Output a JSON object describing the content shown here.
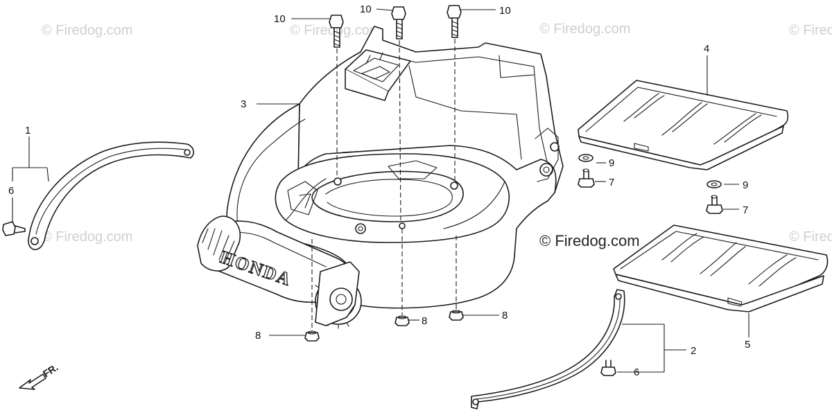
{
  "watermarks": {
    "faint": "© Firedog.com",
    "main": "© Firedog.com"
  },
  "brand_text": "HONDA",
  "direction_label": "FR.",
  "callouts": {
    "c1": "1",
    "c2": "2",
    "c3": "3",
    "c4": "4",
    "c5": "5",
    "c6a": "6",
    "c6b": "6",
    "c7a": "7",
    "c7b": "7",
    "c8a": "8",
    "c8b": "8",
    "c8c": "8",
    "c9a": "9",
    "c9b": "9",
    "c10a": "10",
    "c10b": "10",
    "c10c": "10"
  }
}
